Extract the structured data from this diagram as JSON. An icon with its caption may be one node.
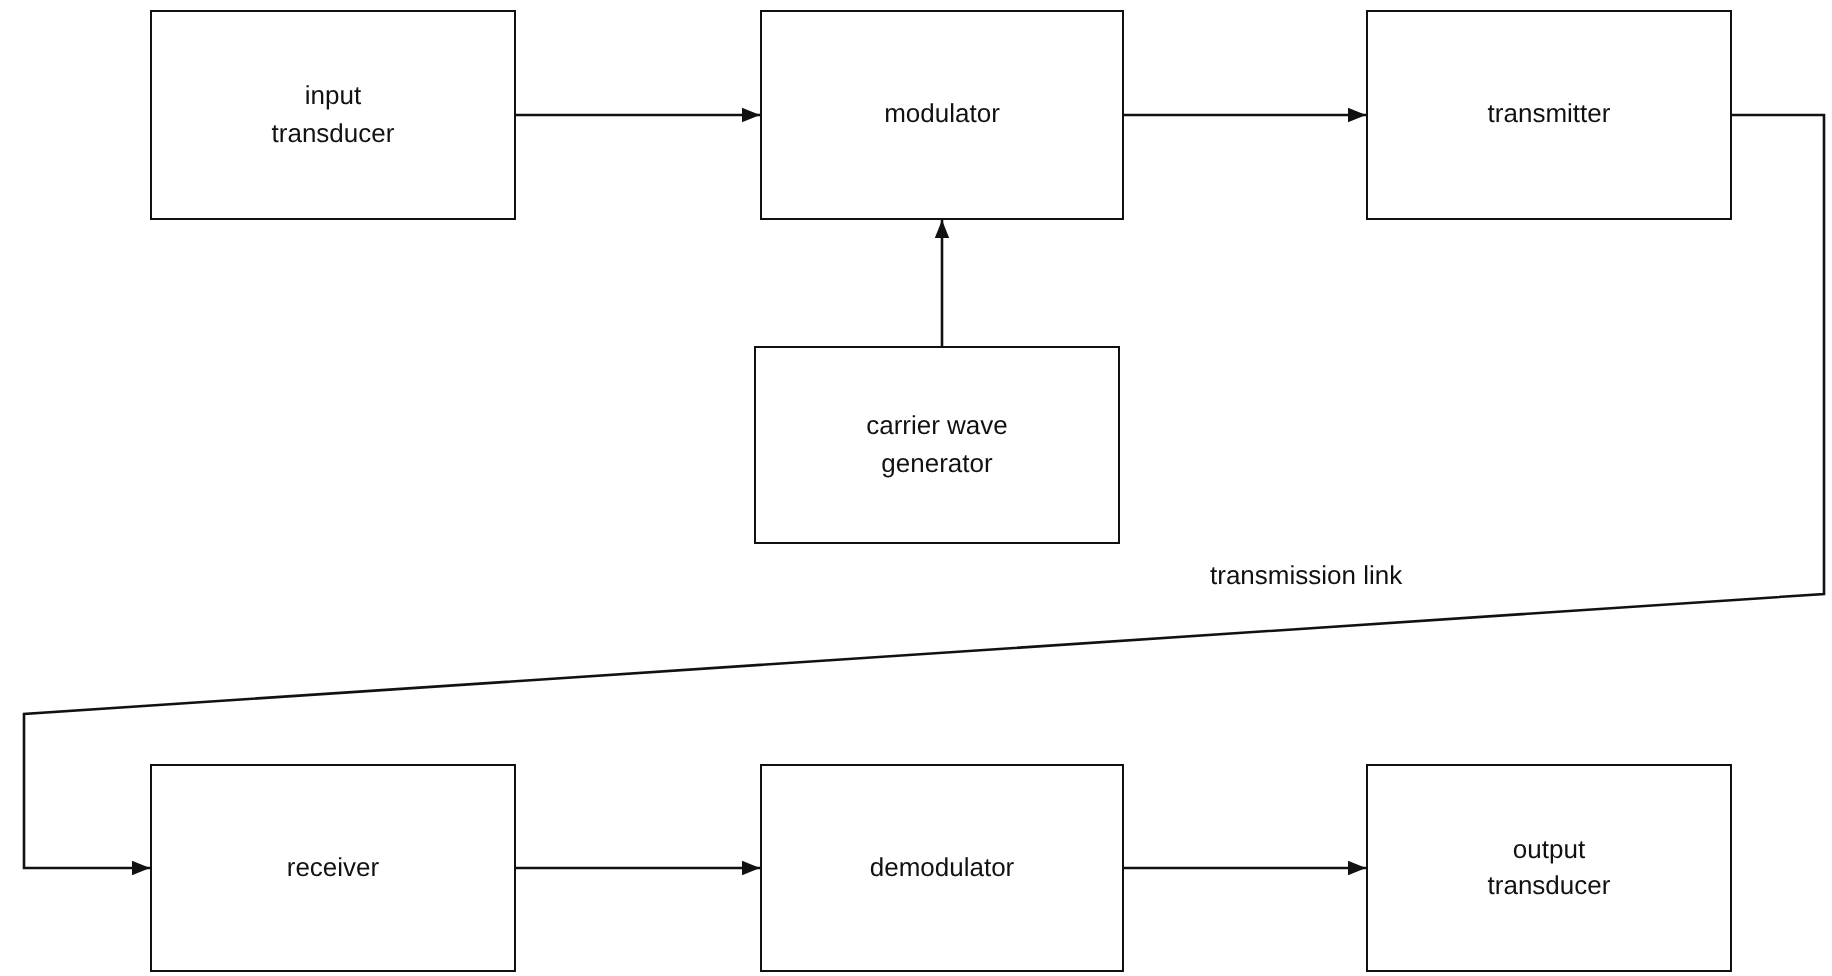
{
  "diagram": {
    "nodes": [
      {
        "text": [
          "input transducer"
        ]
      },
      {
        "text": [
          "modulator"
        ]
      },
      {
        "text": [
          "transmitter"
        ]
      },
      {
        "text": [
          "carrier wave generator"
        ]
      },
      {
        "text": [
          "receiver"
        ]
      },
      {
        "text": [
          "demodulator"
        ]
      },
      {
        "text": [
          "output transducer"
        ]
      }
    ],
    "edges": [
      {
        "from": 0,
        "to": 1,
        "arrow": "to"
      },
      {
        "from": 1,
        "to": 2,
        "arrow": "to"
      },
      {
        "from": 3,
        "to": 1,
        "arrow": "to"
      },
      {
        "from": 2,
        "to": 4,
        "arrow": "to",
        "label": "transmission link"
      },
      {
        "from": 4,
        "to": 5,
        "arrow": "to"
      },
      {
        "from": 5,
        "to": 6,
        "arrow": "to"
      }
    ]
  }
}
